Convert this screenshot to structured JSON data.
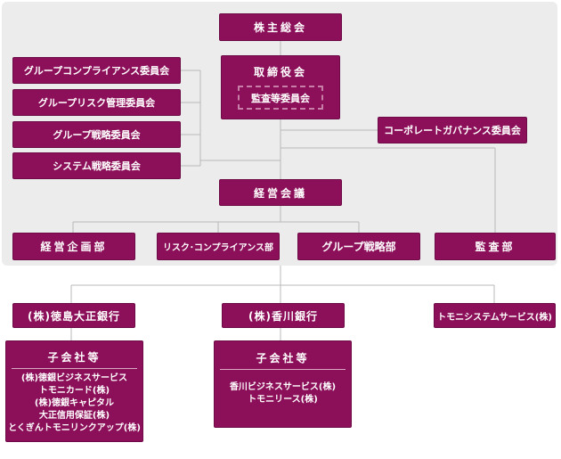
{
  "nodes": {
    "shareholders_meeting": "株主総会",
    "board_of_directors": "取締役会",
    "audit_committee": "監査等委員会",
    "group_compliance_committee": "グループコンプライアンス委員会",
    "group_risk_committee": "グループリスク管理委員会",
    "group_strategy_committee": "グループ戦略委員会",
    "system_strategy_committee": "システム戦略委員会",
    "corporate_governance_committee": "コーポレートガバナンス委員会",
    "management_meeting": "経営会議",
    "management_planning_dept": "経営企画部",
    "risk_compliance_dept": "リスク･コンプライアンス部",
    "group_strategy_dept": "グループ戦略部",
    "audit_dept": "監査部",
    "tokushima_taisho_bank": "(株)徳島大正銀行",
    "kagawa_bank": "(株)香川銀行",
    "tomony_system_service": "トモニシステムサービス(株)"
  },
  "subsidiaries_left": {
    "title": "子会社等",
    "items": [
      "(株)徳銀ビジネスサービス",
      "トモニカード(株)",
      "(株)徳銀キャピタル",
      "大正信用保証(株)",
      "とくぎんトモニリンクアップ(株)"
    ]
  },
  "subsidiaries_center": {
    "title": "子会社等",
    "items": [
      "香川ビジネスサービス(株)",
      "トモニリース(株)"
    ]
  },
  "colors": {
    "box": "#8c0f5a",
    "panel": "#ececec",
    "line": "#b8b8b8",
    "dashed_border": "#c77fa8"
  }
}
